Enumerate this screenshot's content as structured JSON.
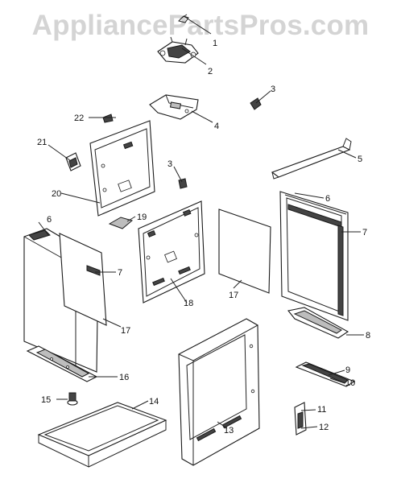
{
  "watermark": "AppliancePartsPros.com",
  "callouts": [
    {
      "id": "c1",
      "label": "1"
    },
    {
      "id": "c2",
      "label": "2"
    },
    {
      "id": "c3a",
      "label": "3"
    },
    {
      "id": "c3b",
      "label": "3"
    },
    {
      "id": "c4",
      "label": "4"
    },
    {
      "id": "c5",
      "label": "5"
    },
    {
      "id": "c6a",
      "label": "6"
    },
    {
      "id": "c6b",
      "label": "6"
    },
    {
      "id": "c7a",
      "label": "7"
    },
    {
      "id": "c7b",
      "label": "7"
    },
    {
      "id": "c8",
      "label": "8"
    },
    {
      "id": "c9",
      "label": "9"
    },
    {
      "id": "c10",
      "label": "10"
    },
    {
      "id": "c11",
      "label": "11"
    },
    {
      "id": "c12",
      "label": "12"
    },
    {
      "id": "c13",
      "label": "13"
    },
    {
      "id": "c14",
      "label": "14"
    },
    {
      "id": "c15",
      "label": "15"
    },
    {
      "id": "c16",
      "label": "16"
    },
    {
      "id": "c17a",
      "label": "17"
    },
    {
      "id": "c17b",
      "label": "17"
    },
    {
      "id": "c18",
      "label": "18"
    },
    {
      "id": "c19",
      "label": "19"
    },
    {
      "id": "c20",
      "label": "20"
    },
    {
      "id": "c21",
      "label": "21"
    },
    {
      "id": "c22",
      "label": "22"
    }
  ]
}
